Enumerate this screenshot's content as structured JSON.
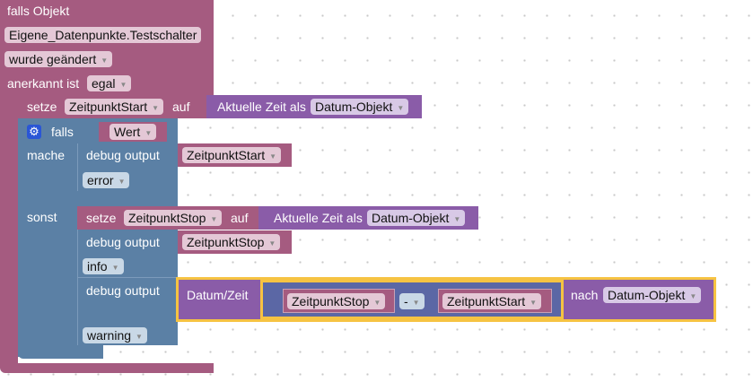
{
  "event": {
    "title": "falls Objekt",
    "object": "Eigene_Datenpunkte.Testschalter",
    "trigger": "wurde geändert",
    "ack_label": "anerkannt ist",
    "ack_value": "egal"
  },
  "set1": {
    "label": "setze",
    "var": "ZeitpunktStart",
    "to": "auf",
    "value_label": "Aktuelle Zeit als",
    "value_format": "Datum-Objekt"
  },
  "if": {
    "falls": "falls",
    "cond": "Wert",
    "mache": "mache",
    "sonst": "sonst"
  },
  "debug1": {
    "label": "debug output",
    "value": "ZeitpunktStart",
    "level": "error"
  },
  "set2": {
    "label": "setze",
    "var": "ZeitpunktStop",
    "to": "auf",
    "value_label": "Aktuelle Zeit als",
    "value_format": "Datum-Objekt"
  },
  "debug2": {
    "label": "debug output",
    "value": "ZeitpunktStop",
    "level": "info"
  },
  "debug3": {
    "label": "debug output",
    "level": "warning",
    "datetime": {
      "label": "Datum/Zeit",
      "left": "ZeitpunktStop",
      "operator": "-",
      "right": "ZeitpunktStart",
      "to_label": "nach",
      "format": "Datum-Objekt"
    }
  },
  "colors": {
    "event": "#a55b80",
    "time": "#8a5ca8",
    "logic": "#5b80a5",
    "selected": "#f6c342"
  }
}
